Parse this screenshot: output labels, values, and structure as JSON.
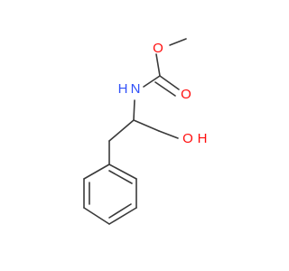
{
  "molecule": {
    "atoms": {
      "carbonyl_oxygen": "O",
      "ester_oxygen": "O",
      "nitrogen": "N",
      "nitrogen_h": "H",
      "hydroxyl_o": "O",
      "hydroxyl_h": "H"
    },
    "colors": {
      "bond": "#3a3a3a",
      "oxygen": "#ff0d0d",
      "nitrogen": "#3050f8"
    }
  }
}
